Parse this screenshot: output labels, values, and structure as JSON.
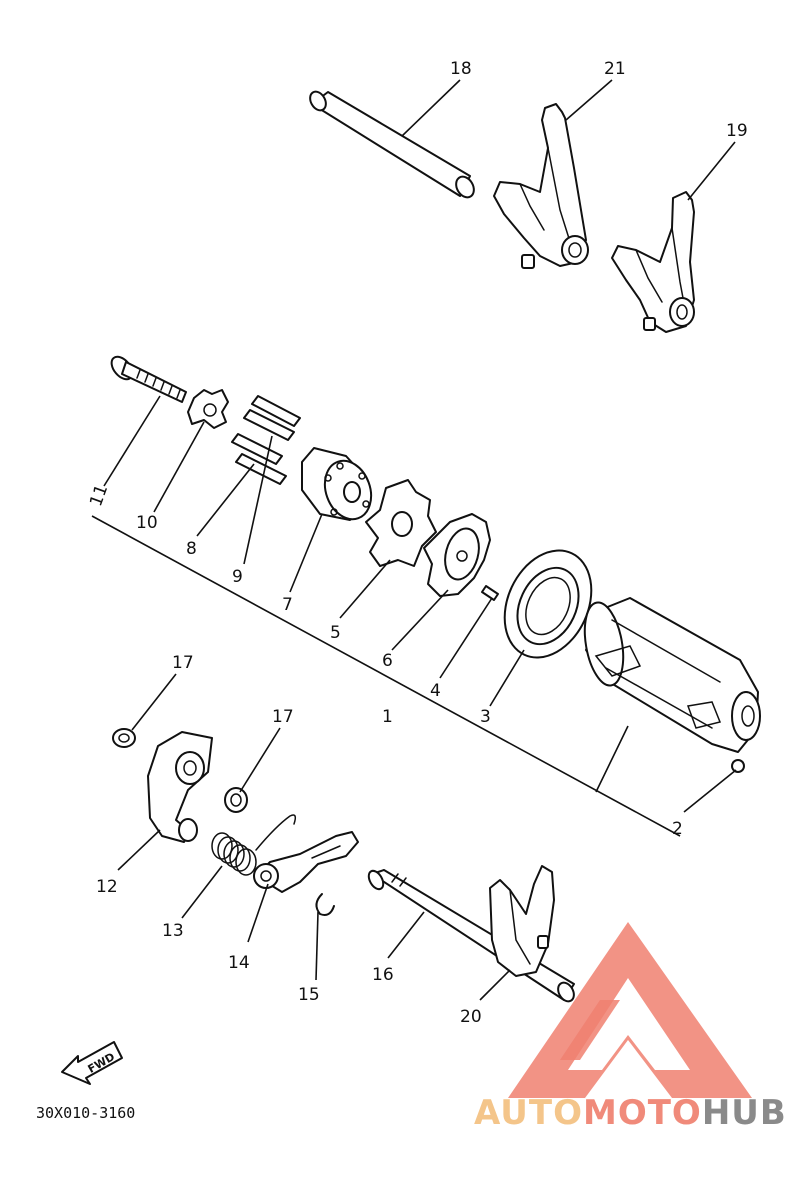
{
  "diagram_code": "30X010-3160",
  "fwd_label": "FWD",
  "watermark": {
    "segments": [
      {
        "text": "AUTO",
        "color": "#f4c58a"
      },
      {
        "text": "MOTO",
        "color": "#f08a7a"
      },
      {
        "text": "HUB",
        "color": "#8a8a8a"
      }
    ],
    "logo_color": "#f08070"
  },
  "callouts": {
    "p1": "1",
    "p2": "2",
    "p3": "3",
    "p4": "4",
    "p5": "5",
    "p6": "6",
    "p7": "7",
    "p8": "8",
    "p9": "9",
    "p10": "10",
    "p11": "11",
    "p12": "12",
    "p13": "13",
    "p14": "14",
    "p15": "15",
    "p16": "16",
    "p17a": "17",
    "p17b": "17",
    "p18": "18",
    "p19": "19",
    "p20": "20",
    "p21": "21"
  }
}
